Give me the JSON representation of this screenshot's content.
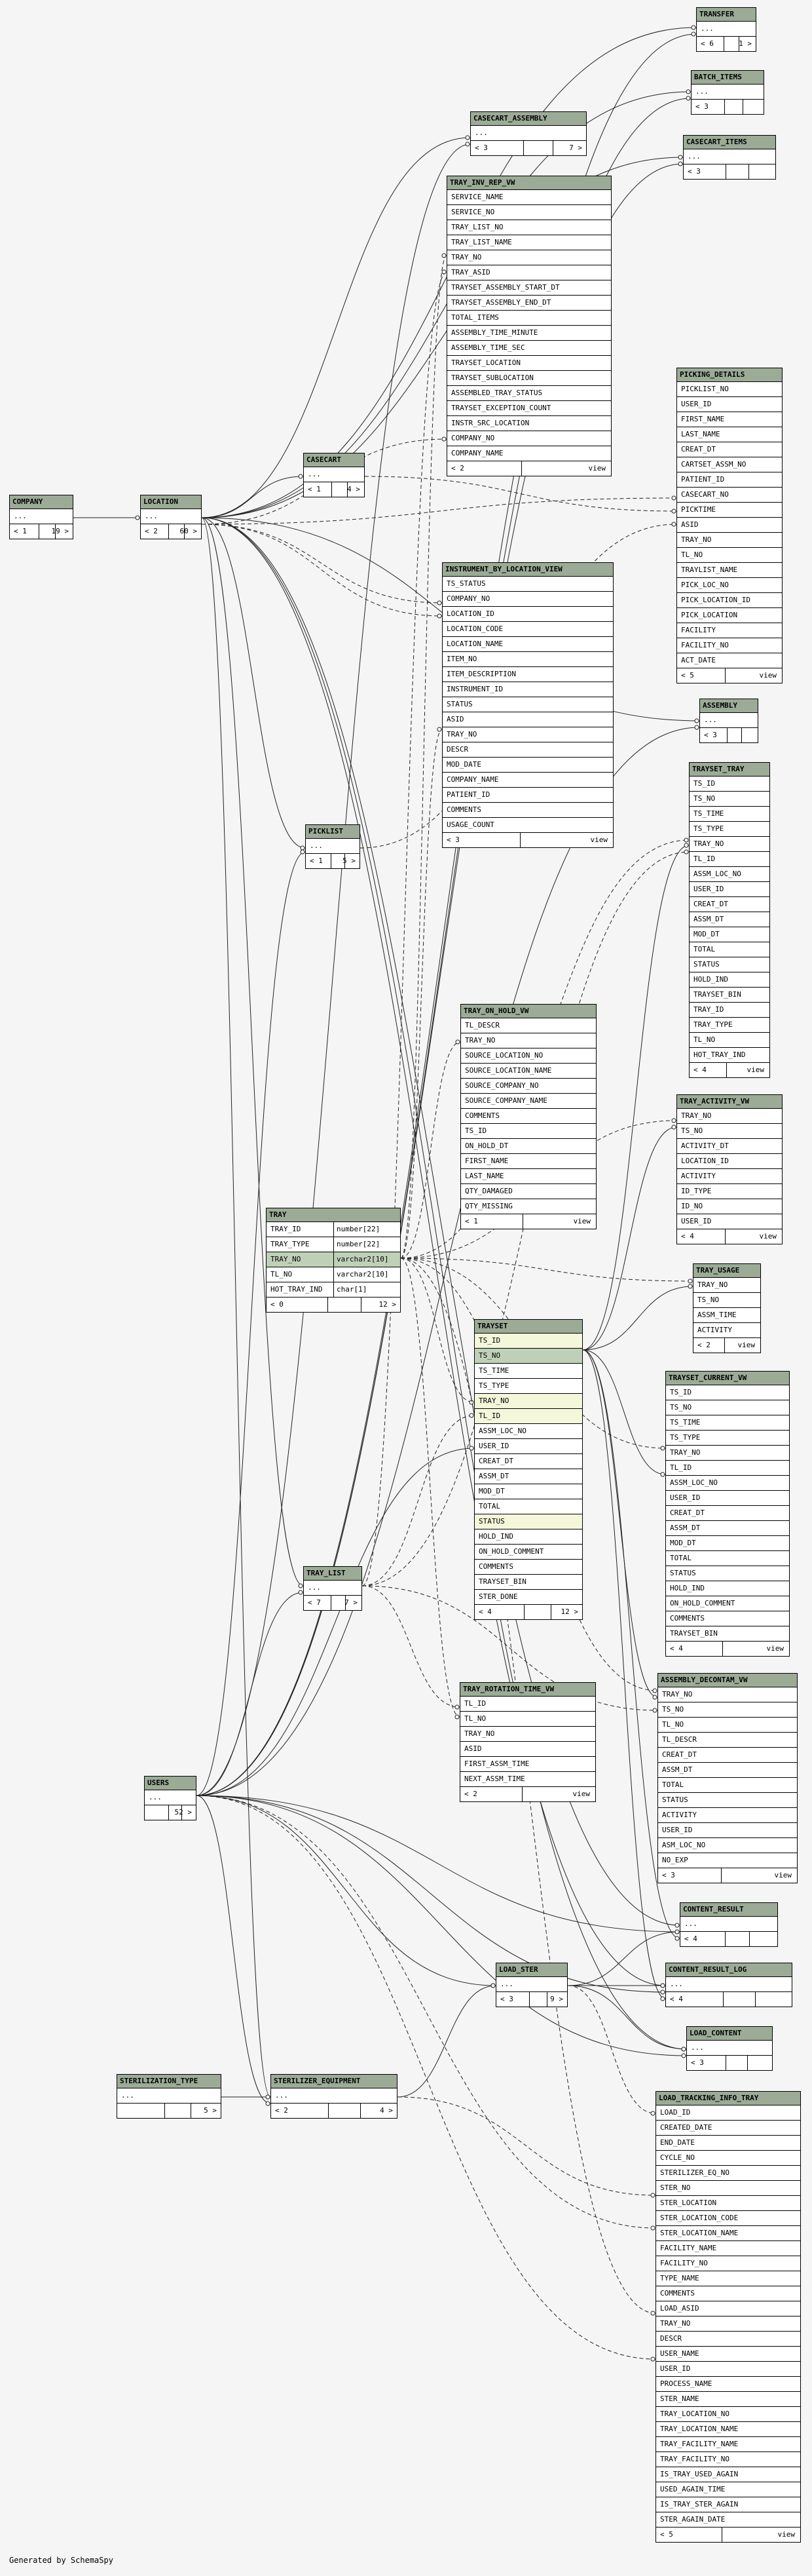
{
  "footer": "Generated by SchemaSpy",
  "tables": [
    {
      "id": "transfer",
      "name": "TRANSFER",
      "rows": [
        "..."
      ],
      "left": "< 6",
      "right": "1 >",
      "view": ""
    },
    {
      "id": "batch_items",
      "name": "BATCH_ITEMS",
      "rows": [
        "..."
      ],
      "left": "< 3",
      "right": "",
      "view": ""
    },
    {
      "id": "casecart_assembly",
      "name": "CASECART_ASSEMBLY",
      "rows": [
        "..."
      ],
      "left": "< 3",
      "right": "7 >",
      "view": ""
    },
    {
      "id": "casecart_items",
      "name": "CASECART_ITEMS",
      "rows": [
        "..."
      ],
      "left": "< 3",
      "right": "",
      "view": ""
    },
    {
      "id": "tray_inv_rep_vw",
      "name": "TRAY_INV_REP_VW",
      "rows": [
        "SERVICE_NAME",
        "SERVICE_NO",
        "TRAY_LIST_NO",
        "TRAY_LIST_NAME",
        "TRAY_NO",
        "TRAY_ASID",
        "TRAYSET_ASSEMBLY_START_DT",
        "TRAYSET_ASSEMBLY_END_DT",
        "TOTAL_ITEMS",
        "ASSEMBLY_TIME_MINUTE",
        "ASSEMBLY_TIME_SEC",
        "TRAYSET_LOCATION",
        "TRAYSET_SUBLOCATION",
        "ASSEMBLED_TRAY_STATUS",
        "TRAYSET_EXCEPTION_COUNT",
        "INSTR_SRC_LOCATION",
        "COMPANY_NO",
        "COMPANY_NAME"
      ],
      "left": "< 2",
      "right": "",
      "view": "view"
    },
    {
      "id": "picking_details",
      "name": "PICKING_DETAILS",
      "rows": [
        "PICKLIST_NO",
        "USER_ID",
        "FIRST_NAME",
        "LAST_NAME",
        "CREAT_DT",
        "CARTSET_ASSM_NO",
        "PATIENT_ID",
        "CASECART_NO",
        "PICKTIME",
        "ASID",
        "TRAY_NO",
        "TL_NO",
        "TRAYLIST_NAME",
        "PICK_LOC_NO",
        "PICK_LOCATION_ID",
        "PICK_LOCATION",
        "FACILITY",
        "FACILITY_NO",
        "ACT_DATE"
      ],
      "left": "< 5",
      "right": "",
      "view": "view"
    },
    {
      "id": "casecart",
      "name": "CASECART",
      "rows": [
        "..."
      ],
      "left": "< 1",
      "right": "4 >",
      "view": ""
    },
    {
      "id": "company",
      "name": "COMPANY",
      "rows": [
        "..."
      ],
      "left": "< 1",
      "right": "19 >",
      "view": ""
    },
    {
      "id": "location",
      "name": "LOCATION",
      "rows": [
        "..."
      ],
      "left": "< 2",
      "right": "60 >",
      "view": ""
    },
    {
      "id": "instrument_by_location_view",
      "name": "INSTRUMENT_BY_LOCATION_VIEW",
      "rows": [
        "TS_STATUS",
        "COMPANY_NO",
        "LOCATION_ID",
        "LOCATION_CODE",
        "LOCATION_NAME",
        "ITEM_NO",
        "ITEM_DESCRIPTION",
        "INSTRUMENT_ID",
        "STATUS",
        "ASID",
        "TRAY_NO",
        "DESCR",
        "MOD_DATE",
        "COMPANY_NAME",
        "PATIENT_ID",
        "COMMENTS",
        "USAGE_COUNT"
      ],
      "left": "< 3",
      "right": "",
      "view": "view"
    },
    {
      "id": "assembly",
      "name": "ASSEMBLY",
      "rows": [
        "..."
      ],
      "left": "< 3",
      "right": "",
      "view": ""
    },
    {
      "id": "trayset_tray",
      "name": "TRAYSET_TRAY",
      "rows": [
        "TS_ID",
        "TS_NO",
        "TS_TIME",
        "TS_TYPE",
        "TRAY_NO",
        "TL_ID",
        "ASSM_LOC_NO",
        "USER_ID",
        "CREAT_DT",
        "ASSM_DT",
        "MOD_DT",
        "TOTAL",
        "STATUS",
        "HOLD_IND",
        "TRAYSET_BIN",
        "TRAY_ID",
        "TRAY_TYPE",
        "TL_NO",
        "HOT_TRAY_IND"
      ],
      "left": "< 4",
      "right": "",
      "view": "view"
    },
    {
      "id": "picklist",
      "name": "PICKLIST",
      "rows": [
        "..."
      ],
      "left": "< 1",
      "right": "5 >",
      "view": ""
    },
    {
      "id": "tray_on_hold_vw",
      "name": "TRAY_ON_HOLD_VW",
      "rows": [
        "TL_DESCR",
        "TRAY_NO",
        "SOURCE_LOCATION_NO",
        "SOURCE_LOCATION_NAME",
        "SOURCE_COMPANY_NO",
        "SOURCE_COMPANY_NAME",
        "COMMENTS",
        "TS_ID",
        "ON_HOLD_DT",
        "FIRST_NAME",
        "LAST_NAME",
        "QTY_DAMAGED",
        "QTY_MISSING"
      ],
      "left": "< 1",
      "right": "",
      "view": "view"
    },
    {
      "id": "tray_activity_vw",
      "name": "TRAY_ACTIVITY_VW",
      "rows": [
        "TRAY_NO",
        "TS_NO",
        "ACTIVITY_DT",
        "LOCATION_ID",
        "ACTIVITY",
        "ID_TYPE",
        "ID_NO",
        "USER_ID"
      ],
      "left": "< 4",
      "right": "",
      "view": "view"
    },
    {
      "id": "tray",
      "name": "TRAY",
      "rows": [
        [
          "TRAY_ID",
          "number[22]"
        ],
        [
          "TRAY_TYPE",
          "number[22]"
        ],
        [
          "TRAY_NO",
          "varchar2[10]"
        ],
        [
          "TL_NO",
          "varchar2[10]"
        ],
        [
          "HOT_TRAY_IND",
          "char[1]"
        ]
      ],
      "left": "< 0",
      "right": "12 >",
      "view": ""
    },
    {
      "id": "tray_usage",
      "name": "TRAY_USAGE",
      "rows": [
        "TRAY_NO",
        "TS_NO",
        "ASSM_TIME",
        "ACTIVITY"
      ],
      "left": "< 2",
      "right": "",
      "view": "view"
    },
    {
      "id": "trayset",
      "name": "TRAYSET",
      "rows": [
        "TS_ID",
        "TS_NO",
        "TS_TIME",
        "TS_TYPE",
        "TRAY_NO",
        "TL_ID",
        "ASSM_LOC_NO",
        "USER_ID",
        "CREAT_DT",
        "ASSM_DT",
        "MOD_DT",
        "TOTAL",
        "STATUS",
        "HOLD_IND",
        "ON_HOLD_COMMENT",
        "COMMENTS",
        "TRAYSET_BIN",
        "STER_DONE"
      ],
      "left": "< 4",
      "right": "12 >",
      "view": ""
    },
    {
      "id": "trayset_current_vw",
      "name": "TRAYSET_CURRENT_VW",
      "rows": [
        "TS_ID",
        "TS_NO",
        "TS_TIME",
        "TS_TYPE",
        "TRAY_NO",
        "TL_ID",
        "ASSM_LOC_NO",
        "USER_ID",
        "CREAT_DT",
        "ASSM_DT",
        "MOD_DT",
        "TOTAL",
        "STATUS",
        "HOLD_IND",
        "ON_HOLD_COMMENT",
        "COMMENTS",
        "TRAYSET_BIN"
      ],
      "left": "< 4",
      "right": "",
      "view": "view"
    },
    {
      "id": "tray_list",
      "name": "TRAY_LIST",
      "rows": [
        "..."
      ],
      "left": "< 7",
      "right": "7 >",
      "view": ""
    },
    {
      "id": "tray_rotation_time_vw",
      "name": "TRAY_ROTATION_TIME_VW",
      "rows": [
        "TL_ID",
        "TL_NO",
        "TRAY_NO",
        "ASID",
        "FIRST_ASSM_TIME",
        "NEXT_ASSM_TIME"
      ],
      "left": "< 2",
      "right": "",
      "view": "view"
    },
    {
      "id": "assembly_decont_vw",
      "name": "ASSEMBLY_DECONTAM_VW",
      "rows": [
        "TRAY_NO",
        "TS_NO",
        "TL_NO",
        "TL_DESCR",
        "CREAT_DT",
        "ASSM_DT",
        "TOTAL",
        "STATUS",
        "ACTIVITY",
        "USER_ID",
        "ASM_LOC_NO",
        "NO_EXP"
      ],
      "left": "< 3",
      "right": "",
      "view": "view"
    },
    {
      "id": "users",
      "name": "USERS",
      "rows": [
        "..."
      ],
      "left": "",
      "right": "52 >",
      "view": ""
    },
    {
      "id": "content_result",
      "name": "CONTENT_RESULT",
      "rows": [
        "..."
      ],
      "left": "< 4",
      "right": "",
      "view": ""
    },
    {
      "id": "load_ster",
      "name": "LOAD_STER",
      "rows": [
        "..."
      ],
      "left": "< 3",
      "right": "9 >",
      "view": ""
    },
    {
      "id": "content_result_log",
      "name": "CONTENT_RESULT_LOG",
      "rows": [
        "..."
      ],
      "left": "< 4",
      "right": "",
      "view": ""
    },
    {
      "id": "load_content",
      "name": "LOAD_CONTENT",
      "rows": [
        "..."
      ],
      "left": "< 3",
      "right": "",
      "view": ""
    },
    {
      "id": "sterilization_type",
      "name": "STERILIZATION_TYPE",
      "rows": [
        "..."
      ],
      "left": "",
      "right": "5 >",
      "view": ""
    },
    {
      "id": "sterilizer_equipment",
      "name": "STERILIZER_EQUIPMENT",
      "rows": [
        "..."
      ],
      "left": "< 2",
      "right": "4 >",
      "view": ""
    },
    {
      "id": "load_tracking_info_tray",
      "name": "LOAD_TRACKING_INFO_TRAY",
      "rows": [
        "LOAD_ID",
        "CREATED_DATE",
        "END_DATE",
        "CYCLE_NO",
        "STERILIZER_EQ_NO",
        "STER_NO",
        "STER_LOCATION",
        "STER_LOCATION_CODE",
        "STER_LOCATION_NAME",
        "FACILITY_NAME",
        "FACILITY_NO",
        "TYPE_NAME",
        "COMMENTS",
        "LOAD_ASID",
        "TRAY_NO",
        "DESCR",
        "USER_NAME",
        "USER_ID",
        "PROCESS_NAME",
        "STER_NAME",
        "TRAY_LOCATION_NO",
        "TRAY_LOCATION_NAME",
        "TRAY_FACILITY_NAME",
        "TRAY_FACILITY_NO",
        "IS_TRAY_USED_AGAIN",
        "USED_AGAIN_TIME",
        "IS_TRAY_STER_AGAIN",
        "STER_AGAIN_DATE"
      ],
      "left": "< 5",
      "right": "",
      "view": "view"
    }
  ]
}
